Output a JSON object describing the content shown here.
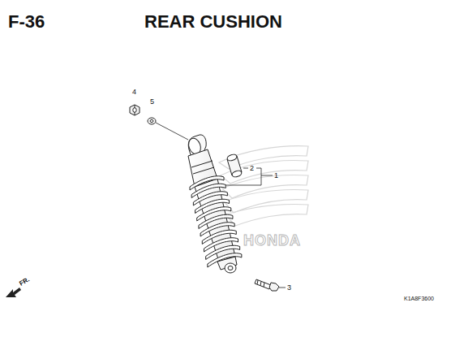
{
  "diagram": {
    "title": "REAR CUSHION",
    "labels": [
      "F-36",
      "4",
      "5",
      "2",
      "1",
      "3",
      "FR.",
      "K1A8F3600",
      "HONDA"
    ]
  }
}
